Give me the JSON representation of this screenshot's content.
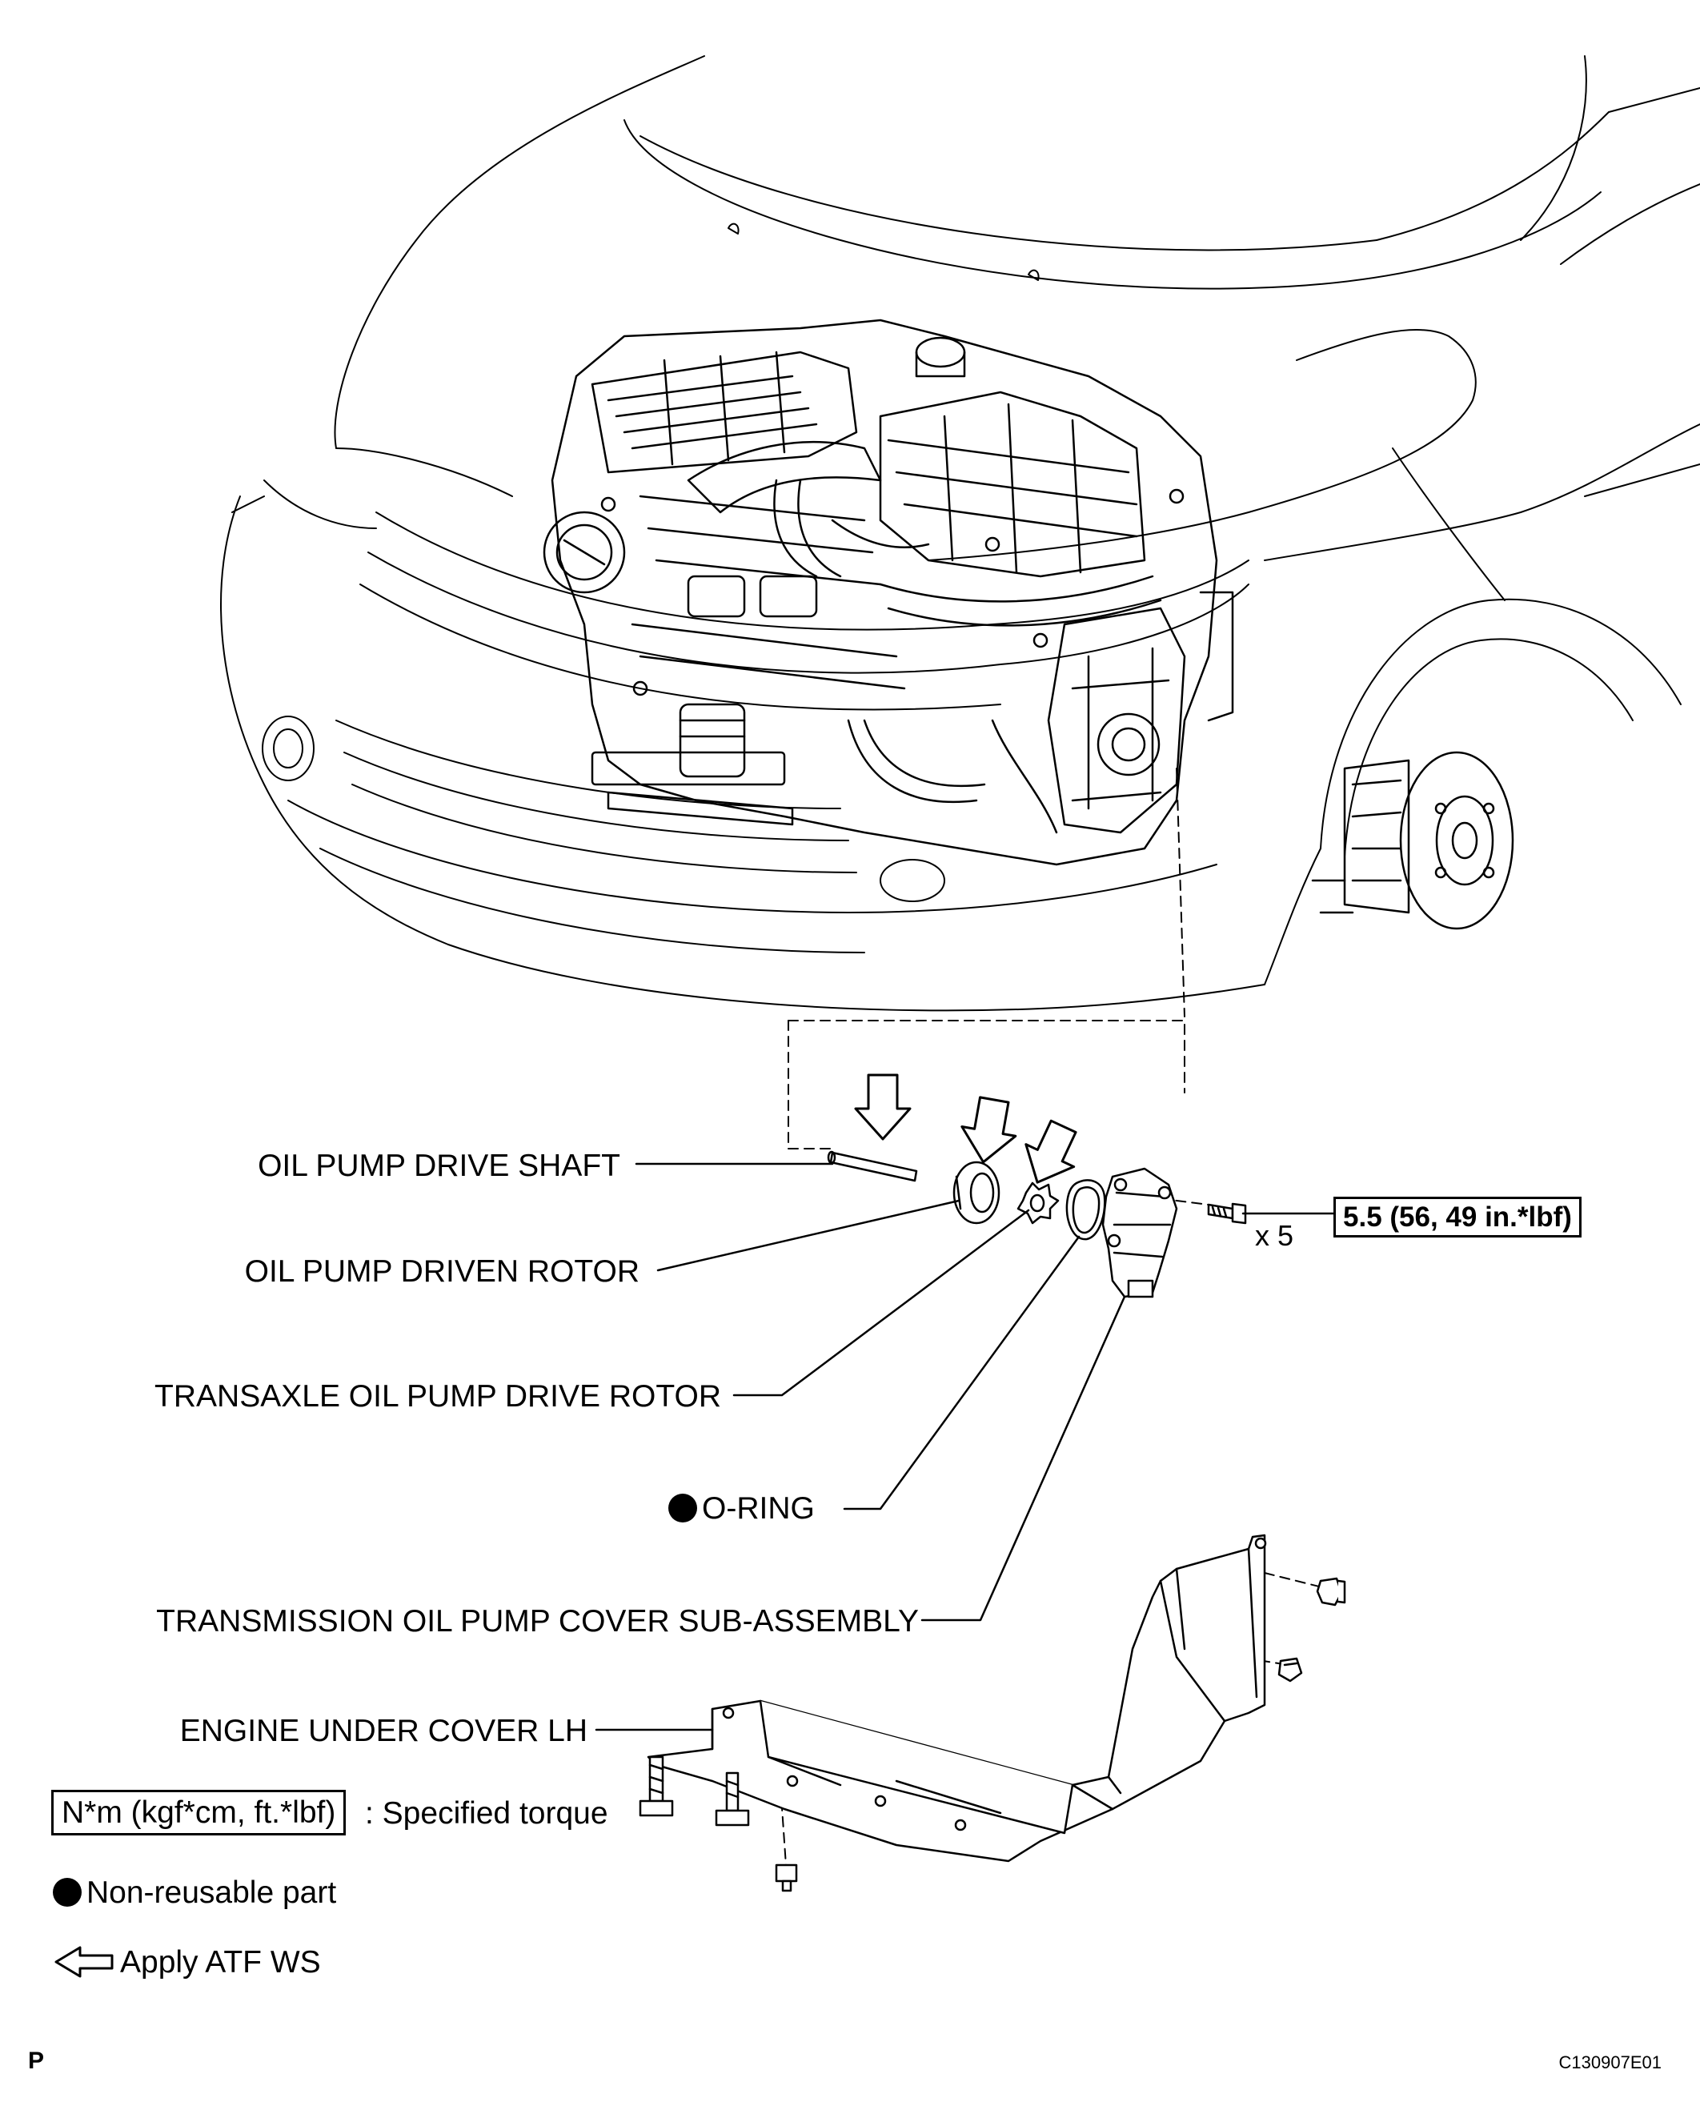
{
  "labels": {
    "oil_pump_drive_shaft": "OIL PUMP DRIVE SHAFT",
    "oil_pump_driven_rotor": "OIL PUMP DRIVEN ROTOR",
    "transaxle_oil_pump_drive_rotor": "TRANSAXLE OIL PUMP DRIVE ROTOR",
    "o_ring": "O-RING",
    "transmission_oil_pump_cover": "TRANSMISSION OIL PUMP COVER SUB-ASSEMBLY",
    "engine_under_cover_lh": "ENGINE UNDER COVER LH"
  },
  "torque": {
    "value": "5.5 (56, 49 in.*lbf)",
    "quantity": "x 5"
  },
  "legend": {
    "torque_units": "N*m (kgf*cm, ft.*lbf)",
    "torque_desc": ": Specified torque",
    "non_reusable": "Non-reusable part",
    "apply_atf": "Apply ATF WS"
  },
  "footer": {
    "page_letter": "P",
    "figure_code": "C130907E01"
  }
}
